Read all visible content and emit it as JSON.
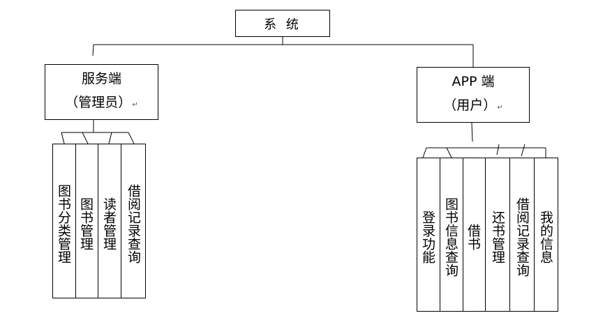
{
  "root": {
    "label": "系 统"
  },
  "server": {
    "title": "服务端",
    "subtitle": "（管理员）",
    "leaves": [
      "图书分类管理",
      "图书管理",
      "读者管理",
      "借阅记录查询"
    ]
  },
  "app": {
    "title": "APP 端",
    "subtitle": "（用户）",
    "leaves": [
      "登录功能",
      "图书信息查询",
      "借书",
      "还书管理",
      "借阅记录查询",
      "我的信息"
    ]
  },
  "colors": {
    "line": "#000000",
    "background": "#ffffff"
  }
}
